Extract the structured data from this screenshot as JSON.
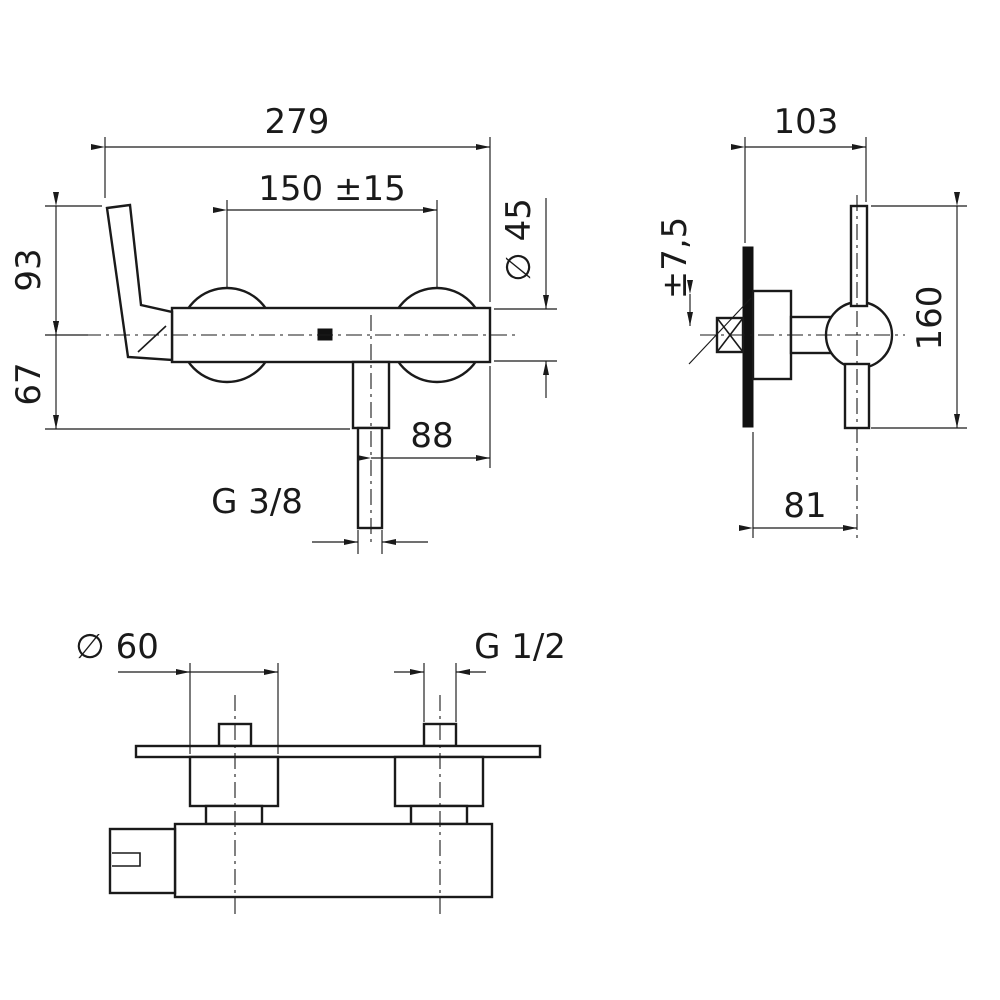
{
  "drawing": {
    "front_view": {
      "overall_width": "279",
      "connection_spacing": "150 ±15",
      "body_diameter": "∅ 45",
      "height_above_center": "93",
      "height_below_center": "67",
      "outlet_offset": "88",
      "outlet_thread": "G 3/8"
    },
    "side_view": {
      "depth": "103",
      "wall_tolerance": "±7,5",
      "overall_height": "160",
      "projection": "81"
    },
    "plan_view": {
      "escutcheon_diameter": "∅ 60",
      "supply_thread": "G 1/2"
    }
  }
}
